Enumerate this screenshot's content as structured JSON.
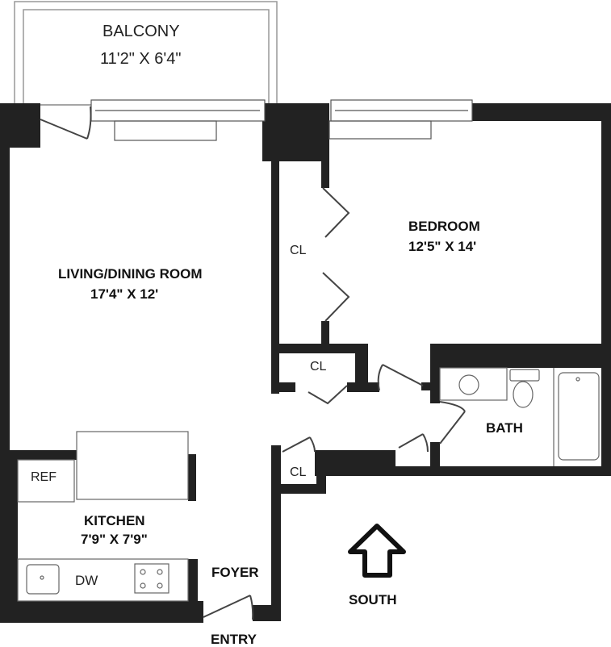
{
  "plan": {
    "wall_color": "#222222",
    "background": "#ffffff"
  },
  "rooms": {
    "balcony": {
      "name": "BALCONY",
      "dims": "11'2\" X  6'4\""
    },
    "living": {
      "name": "LIVING/DINING ROOM",
      "dims": "17'4\" X 12'"
    },
    "bedroom": {
      "name": "BEDROOM",
      "dims": "12'5\" X 14'"
    },
    "kitchen": {
      "name": "KITCHEN",
      "dims": "7'9\" X 7'9\""
    },
    "bath": {
      "name": "BATH"
    },
    "foyer": {
      "name": "FOYER"
    },
    "closet_bedroom": {
      "name": "CL"
    },
    "closet_hall": {
      "name": "CL"
    },
    "closet_foyer": {
      "name": "CL"
    }
  },
  "fixtures": {
    "ref": "REF",
    "dw": "DW"
  },
  "labels": {
    "entry": "ENTRY",
    "compass": "SOUTH"
  },
  "icons": {
    "compass": "up-arrow-outline"
  }
}
